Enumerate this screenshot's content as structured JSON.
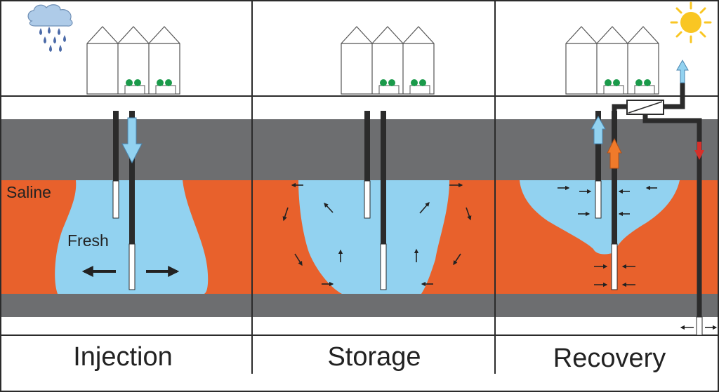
{
  "panels": [
    {
      "caption": "Injection"
    },
    {
      "caption": "Storage"
    },
    {
      "caption": "Recovery"
    }
  ],
  "labels": {
    "saline": "Saline",
    "fresh": "Fresh"
  },
  "colors": {
    "saline_aquifer": "#e8612c",
    "fresh_water": "#92d2f0",
    "confining_layer": "#6d6e70",
    "well_casing": "#2b2b2b",
    "warm_flow": "#f07a2a",
    "cold_flow": "#d6302a",
    "sun": "#f9c623",
    "cloud": "#aecbe8",
    "rain": "#4b6aa8",
    "plants": "#1a9a4a"
  },
  "icons": [
    "rain-cloud-icon",
    "sun-icon",
    "greenhouse-icon",
    "heat-exchanger-icon"
  ]
}
